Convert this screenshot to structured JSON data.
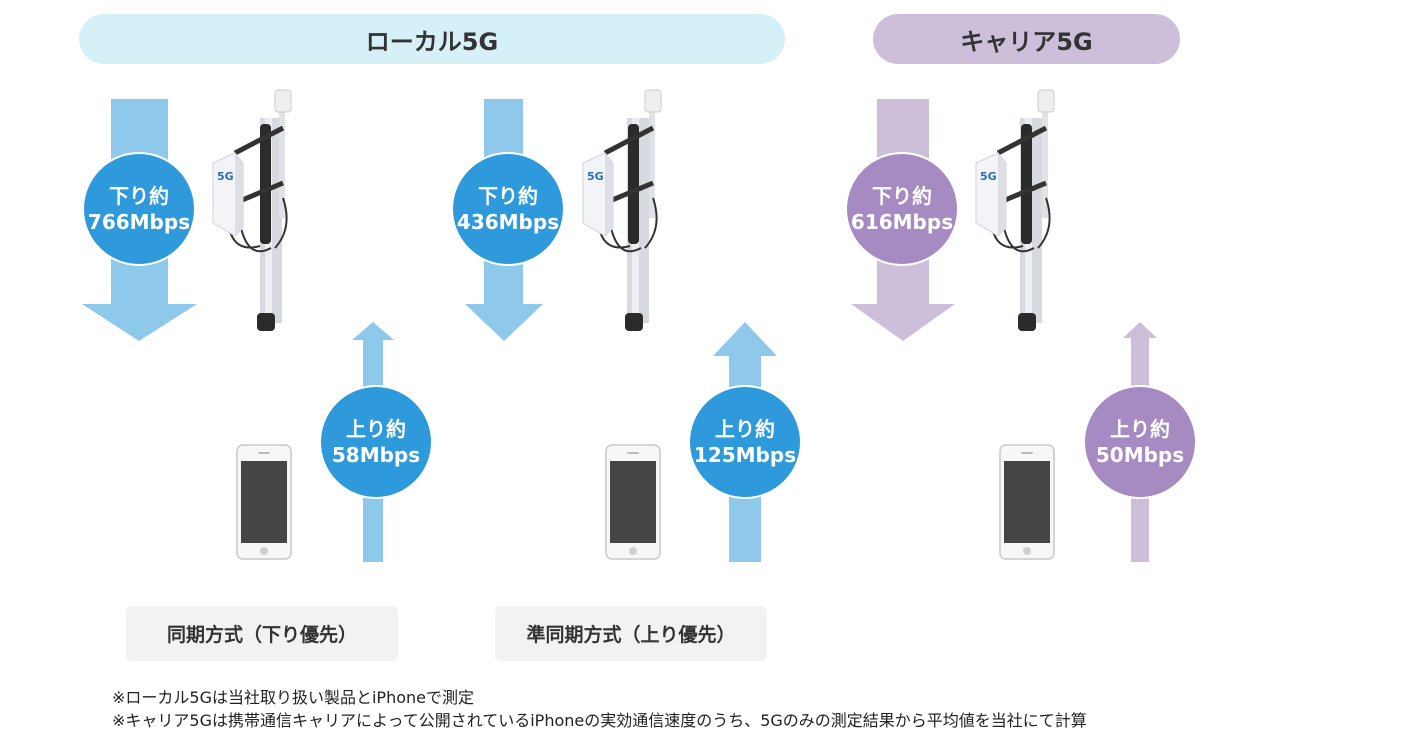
{
  "headers": {
    "local": "ローカル5G",
    "carrier": "キャリア5G"
  },
  "columns": [
    {
      "down_line1": "下り約",
      "down_line2": "766Mbps",
      "up_line1": "上り約",
      "up_line2": "58Mbps",
      "mode": "同期方式（下り優先）"
    },
    {
      "down_line1": "下り約",
      "down_line2": "436Mbps",
      "up_line1": "上り約",
      "up_line2": "125Mbps",
      "mode": "準同期方式（上り優先）"
    },
    {
      "down_line1": "下り約",
      "down_line2": "616Mbps",
      "up_line1": "上り約",
      "up_line2": "50Mbps"
    }
  ],
  "antenna_label": "5G",
  "notes": [
    "※ローカル5Gは当社取り扱い製品とiPhoneで測定",
    "※キャリア5Gは携帯通信キャリアによって公開されているiPhoneの実効通信速度のうち、5Gのみの測定結果から平均値を当社にて計算"
  ],
  "colors": {
    "local_arrow": "#8ec8eb",
    "local_circle": "#2e9adb",
    "carrier_arrow": "#cdbfda",
    "carrier_circle": "#a68bc2"
  }
}
